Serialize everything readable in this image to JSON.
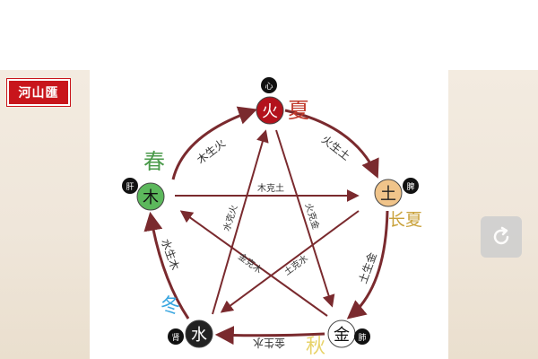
{
  "logo_text": "河山匯",
  "elements": {
    "fire": {
      "char": "火",
      "season": "夏",
      "organ": "心",
      "color": "#b3121c",
      "season_color": "#c0392b"
    },
    "earth": {
      "char": "土",
      "season": "长夏",
      "organ": "脾",
      "color": "#f0c48a",
      "season_color": "#c9a13a"
    },
    "metal": {
      "char": "金",
      "season": "秋",
      "organ": "肺",
      "color": "#ffffff",
      "season_color": "#e8d36a"
    },
    "water": {
      "char": "水",
      "season": "冬",
      "organ": "肾",
      "color": "#222222",
      "season_color": "#3aa6e0"
    },
    "wood": {
      "char": "木",
      "season": "春",
      "organ": "肝",
      "color": "#5cb85c",
      "season_color": "#4a9a4a"
    }
  },
  "generating": {
    "wood_fire": "木生火",
    "fire_earth": "火生土",
    "earth_metal": "土生金",
    "metal_water": "金生水",
    "water_wood": "水生木"
  },
  "controlling": {
    "wood_earth": "木克土",
    "fire_metal": "火克金",
    "earth_water": "土克水",
    "metal_wood": "金克木",
    "water_fire": "水克火"
  },
  "colors": {
    "arrow": "#7a2a2e",
    "circle_border": "#444444"
  },
  "icons": {
    "refresh": "refresh-icon"
  }
}
